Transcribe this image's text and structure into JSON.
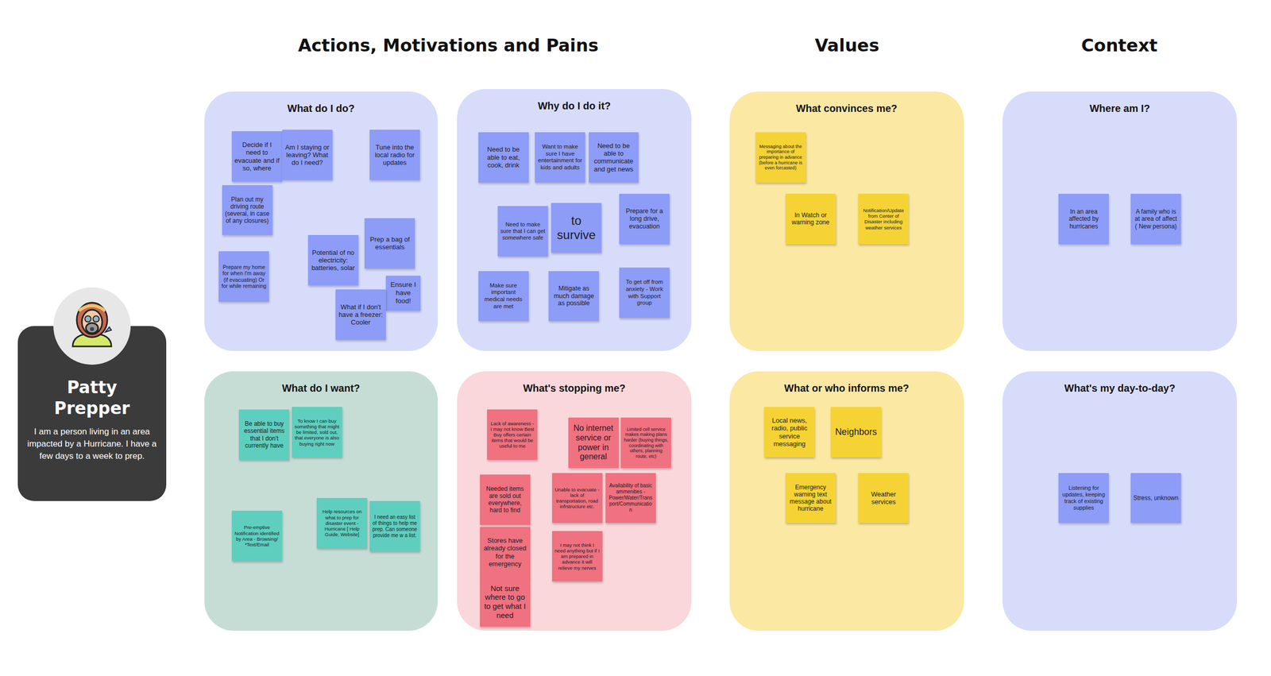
{
  "diagram": {
    "nodes": [
      {
        "text": [
          "Patty Prepper",
          "I am a person living in an area impacted by a Hurricane. I have a few days to a week to prep."
        ]
      },
      {
        "text": [
          "What do I do?"
        ]
      },
      {
        "text": [
          "Decide if I need to evacuate and if so, where"
        ],
        "in": 1
      },
      {
        "text": [
          "Am I staying or leaving? What do I need?"
        ],
        "in": 1
      },
      {
        "text": [
          "Tune into the local radio for updates"
        ],
        "in": 1
      },
      {
        "text": [
          "Plan out my driving route (several, in case of any closures)"
        ],
        "in": 1
      },
      {
        "text": [
          "Prepare my home for when I'm away (if evacuating) Or for while remaining"
        ],
        "in": 1
      },
      {
        "text": [
          "Potential of no electricity: batteries, solar"
        ],
        "in": 1
      },
      {
        "text": [
          "Prep a bag of essentials"
        ],
        "in": 1
      },
      {
        "text": [
          "Ensure I have food!"
        ],
        "in": 1
      },
      {
        "text": [
          "What if I don't have a freezer: Cooler"
        ],
        "in": 1
      },
      {
        "text": [
          "Why do I do it?"
        ]
      },
      {
        "text": [
          "Need to be able to eat, cook, drink"
        ],
        "in": 11
      },
      {
        "text": [
          "Want to make sure I have entertainment for kids and adults"
        ],
        "in": 11
      },
      {
        "text": [
          "Need to be able to communicate and get news"
        ],
        "in": 11
      },
      {
        "text": [
          "Need to make sure that I can get somewhere safe"
        ],
        "in": 11
      },
      {
        "text": [
          "to survive"
        ],
        "in": 11
      },
      {
        "text": [
          "Prepare for a long drive, evacuation"
        ],
        "in": 11
      },
      {
        "text": [
          "Make sure important medical needs are met"
        ],
        "in": 11
      },
      {
        "text": [
          "Mitigate as much damage as possible"
        ],
        "in": 11
      },
      {
        "text": [
          "To get off from anxiety - Work with Support group"
        ],
        "in": 11
      },
      {
        "text": [
          "What convinces me?"
        ]
      },
      {
        "text": [
          "Messaging about the importance of preparing in advance (before a hurricane is even forcasted)"
        ],
        "in": 21
      },
      {
        "text": [
          "In Watch or warning zone"
        ],
        "in": 21
      },
      {
        "text": [
          "Notification/Update from Center of Disaster including weather services"
        ],
        "in": 21
      },
      {
        "text": [
          "Where am I?"
        ]
      },
      {
        "text": [
          "In an area affected by hurricanes"
        ],
        "in": 25
      },
      {
        "text": [
          "A family who is at area of affect ( New persona)"
        ],
        "in": 25
      },
      {
        "text": [
          "What do I want?"
        ]
      },
      {
        "text": [
          "Be able to buy essential items that I don't currently have"
        ],
        "in": 28
      },
      {
        "text": [
          "To know I can buy something that might be limited, sold out, that everyone is also buying right now"
        ],
        "in": 28
      },
      {
        "text": [
          "Pre-emptive Notification identified by Area - Browsing/ *Text/Email"
        ],
        "in": 28
      },
      {
        "text": [
          "Help resources on what to prep for disaster event - Hurricane [ Help Guide, Website]"
        ],
        "in": 28
      },
      {
        "text": [
          "I need an easy list of things to help me prep. Can someone provide me w a list."
        ],
        "in": 28
      },
      {
        "text": [
          "What's stopping me?"
        ]
      },
      {
        "text": [
          "Lack of awareness - I may not know Best Buy offers certain items that would be useful to me"
        ],
        "in": 34
      },
      {
        "text": [
          "No internet service or power in general"
        ],
        "in": 34
      },
      {
        "text": [
          "Limited cell service makes making plans harder (buying things, coordinating with others, planning route, etc)"
        ],
        "in": 34
      },
      {
        "text": [
          "Needed items are sold out everywhere, hard to find"
        ],
        "in": 34
      },
      {
        "text": [
          "Unable to evacuate - lack of transportation, road infrstructure etc."
        ],
        "in": 34
      },
      {
        "text": [
          "Availability of basic ammenities - Power/Water/Transport/Communication"
        ],
        "in": 34
      },
      {
        "text": [
          "Stores have already closed for the emergency"
        ],
        "in": 34
      },
      {
        "text": [
          "I may not think I need anything but if I am prepared in advance it will relieve my nerves"
        ],
        "in": 34
      },
      {
        "text": [
          "Not sure where to go to get what I need"
        ],
        "in": 34
      },
      {
        "text": [
          "What or who informs me?"
        ]
      },
      {
        "text": [
          "Local news, radio, public service messaging"
        ],
        "in": 44
      },
      {
        "text": [
          "Neighbors"
        ],
        "in": 44
      },
      {
        "text": [
          "Emergency warning text message about hurricane"
        ],
        "in": 44
      },
      {
        "text": [
          "Weather services"
        ],
        "in": 44
      },
      {
        "text": [
          "What's my day-to-day?"
        ]
      },
      {
        "text": [
          "Listening for updates, keeping track of existing supplies"
        ],
        "in": 49
      },
      {
        "text": [
          "Stress, unknown"
        ],
        "in": 49
      }
    ],
    "labels": [
      "Actions, Motivations and Pains",
      "Values",
      "Context"
    ]
  }
}
